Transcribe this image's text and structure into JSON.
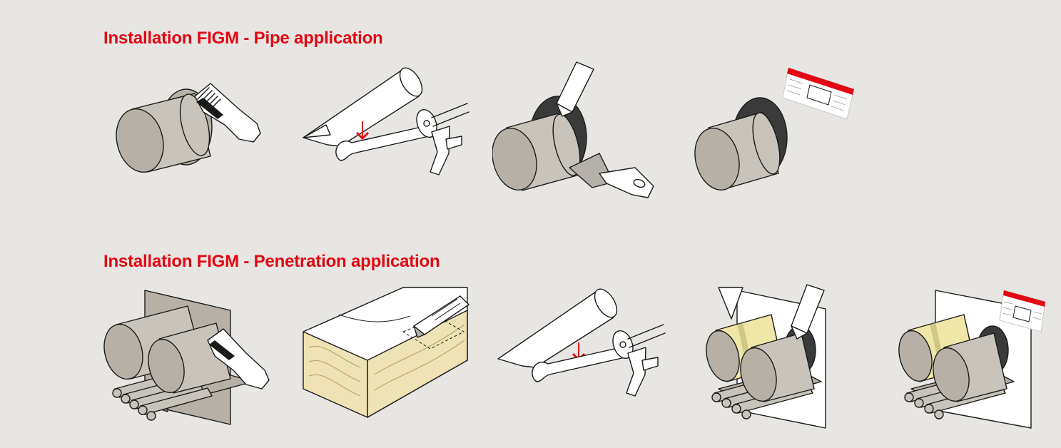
{
  "sections": [
    {
      "title": "Installation FIGM - Pipe application"
    },
    {
      "title": "Installation FIGM - Penetration application"
    }
  ],
  "colors": {
    "accent": "#e30613",
    "background": "#e8e6e2",
    "pipe": "#c9c4bb",
    "sealant": "#3a3a3a",
    "insulation": "#f0e6a8"
  },
  "steps": {
    "pipe": [
      "clean-pipe-with-brush",
      "load-sealant-cartridge",
      "apply-and-smooth-sealant",
      "attach-identification-label"
    ],
    "penetration": [
      "clean-pipes-with-brush",
      "cut-mineral-wool-board",
      "load-sealant-cartridge",
      "apply-sealant-to-penetration",
      "attach-identification-label"
    ]
  }
}
